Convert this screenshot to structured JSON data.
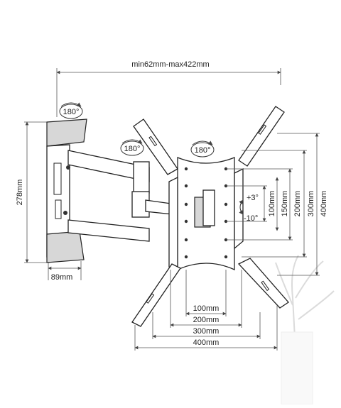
{
  "dimensions": {
    "arm_extension": "min62mm-max422mm",
    "wall_plate_height": "278mm",
    "wall_plate_width": "89mm",
    "vesa_vertical": [
      "100mm",
      "150mm",
      "200mm",
      "300mm",
      "400mm"
    ],
    "vesa_horizontal": [
      "100mm",
      "200mm",
      "300mm",
      "400mm"
    ]
  },
  "rotation_badges": [
    "180°",
    "180°",
    "180°"
  ],
  "tilt": {
    "up": "+3°",
    "down": "-10°"
  }
}
